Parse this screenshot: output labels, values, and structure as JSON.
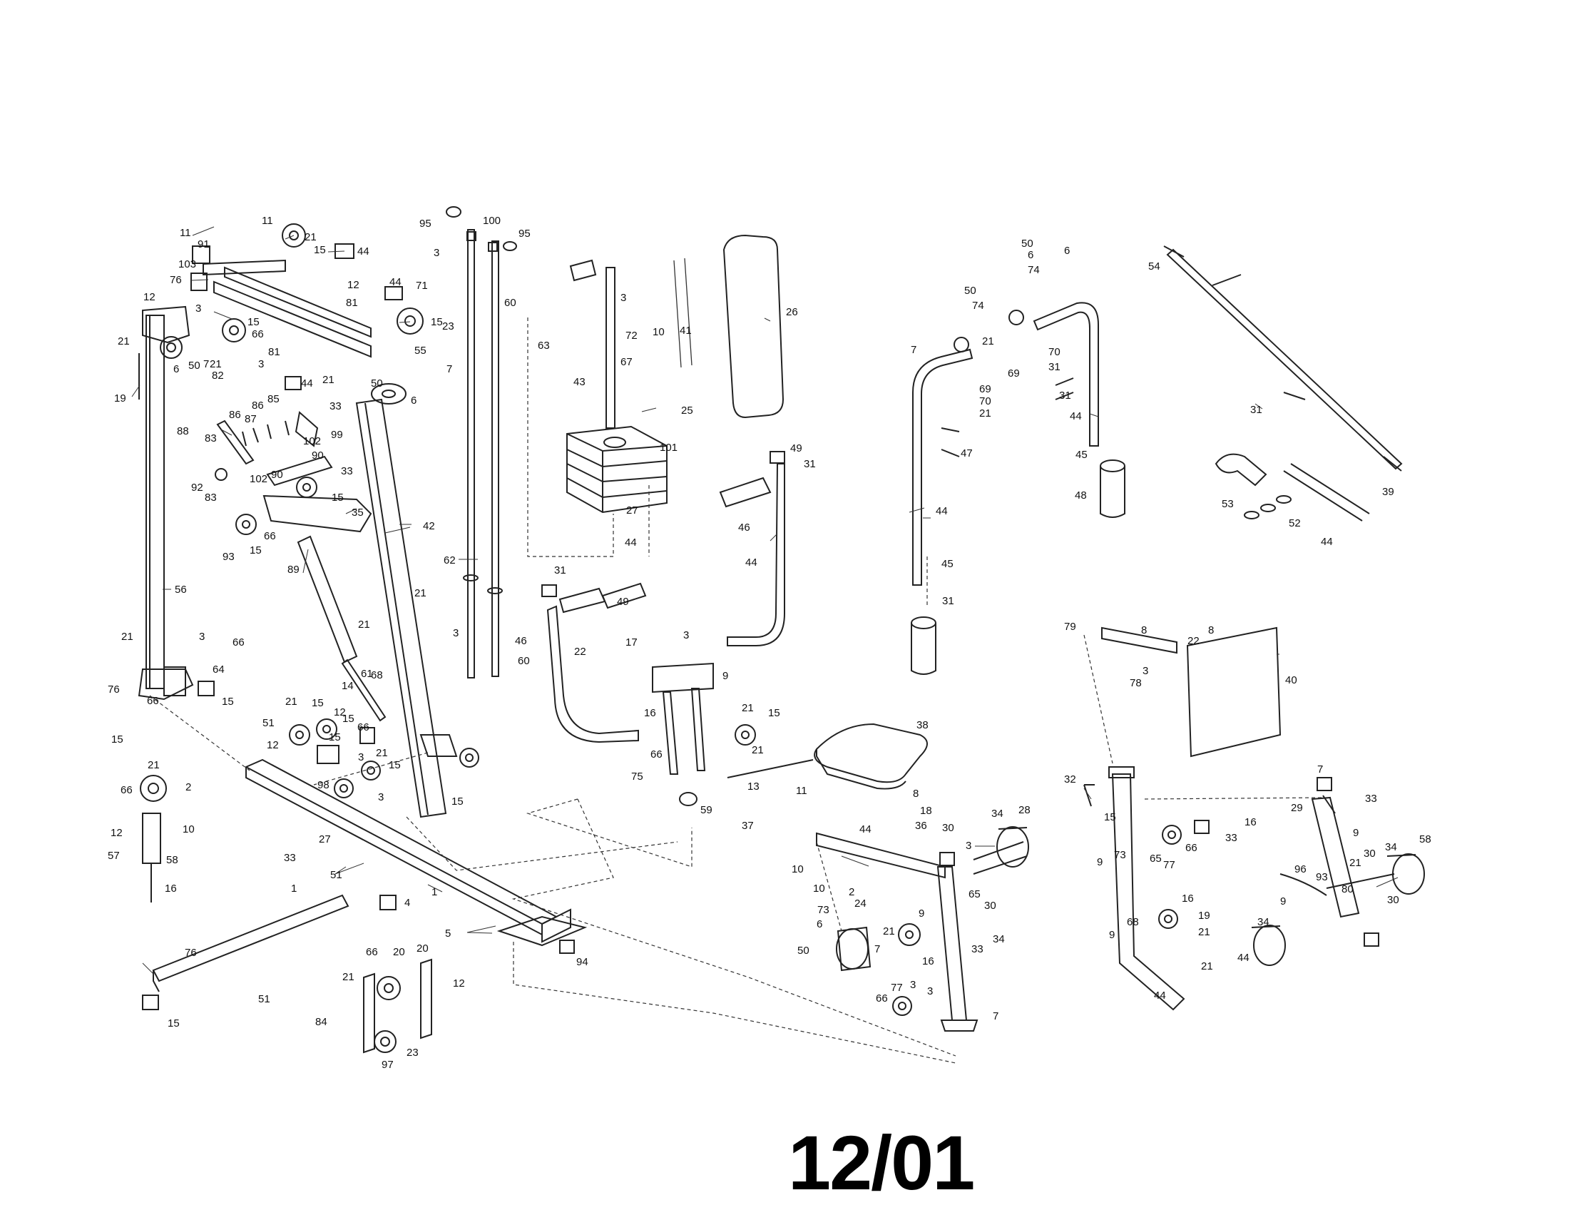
{
  "page_number": "12/01",
  "callouts": [
    {
      "id": "c1",
      "text": "11"
    },
    {
      "id": "c2",
      "text": "11"
    },
    {
      "id": "c3",
      "text": "91"
    },
    {
      "id": "c4",
      "text": "21"
    },
    {
      "id": "c5",
      "text": "15"
    },
    {
      "id": "c6",
      "text": "44"
    },
    {
      "id": "c7",
      "text": "103"
    },
    {
      "id": "c8",
      "text": "76"
    },
    {
      "id": "c9",
      "text": "12"
    },
    {
      "id": "c10",
      "text": "3"
    },
    {
      "id": "c11",
      "text": "15"
    },
    {
      "id": "c12",
      "text": "66"
    },
    {
      "id": "c13",
      "text": "21"
    },
    {
      "id": "c14",
      "text": "50"
    },
    {
      "id": "c15",
      "text": "7"
    },
    {
      "id": "c16",
      "text": "6"
    },
    {
      "id": "c17",
      "text": "19"
    },
    {
      "id": "c18",
      "text": "21"
    },
    {
      "id": "c19",
      "text": "82"
    },
    {
      "id": "c20",
      "text": "3"
    },
    {
      "id": "c21",
      "text": "81"
    },
    {
      "id": "c22",
      "text": "12"
    },
    {
      "id": "c23",
      "text": "81"
    },
    {
      "id": "c24",
      "text": "44"
    },
    {
      "id": "c25",
      "text": "71"
    },
    {
      "id": "c26",
      "text": "15"
    },
    {
      "id": "c27",
      "text": "23"
    },
    {
      "id": "c28",
      "text": "55"
    },
    {
      "id": "c29",
      "text": "7"
    },
    {
      "id": "c30",
      "text": "21"
    },
    {
      "id": "c31",
      "text": "44"
    },
    {
      "id": "c32",
      "text": "50"
    },
    {
      "id": "c33",
      "text": "6"
    },
    {
      "id": "c34",
      "text": "88"
    },
    {
      "id": "c35",
      "text": "86"
    },
    {
      "id": "c36",
      "text": "86"
    },
    {
      "id": "c37",
      "text": "87"
    },
    {
      "id": "c38",
      "text": "85"
    },
    {
      "id": "c39",
      "text": "33"
    },
    {
      "id": "c40",
      "text": "99"
    },
    {
      "id": "c41",
      "text": "83"
    },
    {
      "id": "c42",
      "text": "102"
    },
    {
      "id": "c43",
      "text": "90"
    },
    {
      "id": "c44",
      "text": "102"
    },
    {
      "id": "c45",
      "text": "90"
    },
    {
      "id": "c46",
      "text": "92"
    },
    {
      "id": "c47",
      "text": "83"
    },
    {
      "id": "c48",
      "text": "33"
    },
    {
      "id": "c49",
      "text": "15"
    },
    {
      "id": "c50",
      "text": "35"
    },
    {
      "id": "c51",
      "text": "66"
    },
    {
      "id": "c52",
      "text": "93"
    },
    {
      "id": "c53",
      "text": "15"
    },
    {
      "id": "c54",
      "text": "89"
    },
    {
      "id": "c55",
      "text": "42"
    },
    {
      "id": "c56",
      "text": "56"
    },
    {
      "id": "c57",
      "text": "21"
    },
    {
      "id": "c58",
      "text": "95"
    },
    {
      "id": "c59",
      "text": "100"
    },
    {
      "id": "c60",
      "text": "95"
    },
    {
      "id": "c61",
      "text": "3"
    },
    {
      "id": "c62",
      "text": "60"
    },
    {
      "id": "c63",
      "text": "62"
    },
    {
      "id": "c64",
      "text": "3"
    },
    {
      "id": "c65",
      "text": "60"
    },
    {
      "id": "c66",
      "text": "21"
    },
    {
      "id": "c67",
      "text": "3"
    },
    {
      "id": "c68",
      "text": "66"
    },
    {
      "id": "c69",
      "text": "64"
    },
    {
      "id": "c70",
      "text": "15"
    },
    {
      "id": "c71",
      "text": "76"
    },
    {
      "id": "c72",
      "text": "66"
    },
    {
      "id": "c73",
      "text": "15"
    },
    {
      "id": "c74",
      "text": "21"
    },
    {
      "id": "c75",
      "text": "14"
    },
    {
      "id": "c76",
      "text": "61"
    },
    {
      "id": "c77",
      "text": "68"
    },
    {
      "id": "c78",
      "text": "21"
    },
    {
      "id": "c79",
      "text": "15"
    },
    {
      "id": "c80",
      "text": "12"
    },
    {
      "id": "c81",
      "text": "15"
    },
    {
      "id": "c82",
      "text": "51"
    },
    {
      "id": "c83",
      "text": "66"
    },
    {
      "id": "c84",
      "text": "12"
    },
    {
      "id": "c85",
      "text": "15"
    },
    {
      "id": "c86",
      "text": "21"
    },
    {
      "id": "c87",
      "text": "3"
    },
    {
      "id": "c88",
      "text": "15"
    },
    {
      "id": "c89",
      "text": "98"
    },
    {
      "id": "c90",
      "text": "3"
    },
    {
      "id": "c91",
      "text": "15"
    },
    {
      "id": "c92",
      "text": "21"
    },
    {
      "id": "c93",
      "text": "66"
    },
    {
      "id": "c94",
      "text": "2"
    },
    {
      "id": "c95",
      "text": "12"
    },
    {
      "id": "c96",
      "text": "10"
    },
    {
      "id": "c97",
      "text": "57"
    },
    {
      "id": "c98",
      "text": "58"
    },
    {
      "id": "c99",
      "text": "16"
    },
    {
      "id": "c100",
      "text": "27"
    },
    {
      "id": "c101",
      "text": "33"
    },
    {
      "id": "c102",
      "text": "1"
    },
    {
      "id": "c103",
      "text": "51"
    },
    {
      "id": "c104",
      "text": "4"
    },
    {
      "id": "c105",
      "text": "1"
    },
    {
      "id": "c106",
      "text": "5"
    },
    {
      "id": "c107",
      "text": "76"
    },
    {
      "id": "c108",
      "text": "94"
    },
    {
      "id": "c109",
      "text": "51"
    },
    {
      "id": "c110",
      "text": "15"
    },
    {
      "id": "c111",
      "text": "66"
    },
    {
      "id": "c112",
      "text": "20"
    },
    {
      "id": "c113",
      "text": "20"
    },
    {
      "id": "c114",
      "text": "21"
    },
    {
      "id": "c115",
      "text": "12"
    },
    {
      "id": "c116",
      "text": "84"
    },
    {
      "id": "c117",
      "text": "97"
    },
    {
      "id": "c118",
      "text": "23"
    },
    {
      "id": "c119",
      "text": "3"
    },
    {
      "id": "c120",
      "text": "72"
    },
    {
      "id": "c121",
      "text": "63"
    },
    {
      "id": "c122",
      "text": "67"
    },
    {
      "id": "c123",
      "text": "43"
    },
    {
      "id": "c124",
      "text": "10"
    },
    {
      "id": "c125",
      "text": "41"
    },
    {
      "id": "c126",
      "text": "26"
    },
    {
      "id": "c127",
      "text": "25"
    },
    {
      "id": "c128",
      "text": "101"
    },
    {
      "id": "c129",
      "text": "27"
    },
    {
      "id": "c130",
      "text": "44"
    },
    {
      "id": "c131",
      "text": "49"
    },
    {
      "id": "c132",
      "text": "31"
    },
    {
      "id": "c133",
      "text": "46"
    },
    {
      "id": "c134",
      "text": "44"
    },
    {
      "id": "c135",
      "text": "31"
    },
    {
      "id": "c136",
      "text": "49"
    },
    {
      "id": "c137",
      "text": "46"
    },
    {
      "id": "c138",
      "text": "22"
    },
    {
      "id": "c139",
      "text": "17"
    },
    {
      "id": "c140",
      "text": "3"
    },
    {
      "id": "c141",
      "text": "9"
    },
    {
      "id": "c142",
      "text": "16"
    },
    {
      "id": "c143",
      "text": "66"
    },
    {
      "id": "c144",
      "text": "21"
    },
    {
      "id": "c145",
      "text": "15"
    },
    {
      "id": "c146",
      "text": "21"
    },
    {
      "id": "c147",
      "text": "75"
    },
    {
      "id": "c148",
      "text": "59"
    },
    {
      "id": "c149",
      "text": "13"
    },
    {
      "id": "c150",
      "text": "38"
    },
    {
      "id": "c151",
      "text": "8"
    },
    {
      "id": "c152",
      "text": "11"
    },
    {
      "id": "c153",
      "text": "37"
    },
    {
      "id": "c154",
      "text": "18"
    },
    {
      "id": "c155",
      "text": "36"
    },
    {
      "id": "c156",
      "text": "44"
    },
    {
      "id": "c157",
      "text": "30"
    },
    {
      "id": "c158",
      "text": "34"
    },
    {
      "id": "c159",
      "text": "28"
    },
    {
      "id": "c160",
      "text": "3"
    },
    {
      "id": "c161",
      "text": "10"
    },
    {
      "id": "c162",
      "text": "10"
    },
    {
      "id": "c163",
      "text": "2"
    },
    {
      "id": "c164",
      "text": "24"
    },
    {
      "id": "c165",
      "text": "73"
    },
    {
      "id": "c166",
      "text": "65"
    },
    {
      "id": "c167",
      "text": "30"
    },
    {
      "id": "c168",
      "text": "6"
    },
    {
      "id": "c169",
      "text": "21"
    },
    {
      "id": "c170",
      "text": "9"
    },
    {
      "id": "c171",
      "text": "33"
    },
    {
      "id": "c172",
      "text": "34"
    },
    {
      "id": "c173",
      "text": "50"
    },
    {
      "id": "c174",
      "text": "7"
    },
    {
      "id": "c175",
      "text": "16"
    },
    {
      "id": "c176",
      "text": "66"
    },
    {
      "id": "c177",
      "text": "77"
    },
    {
      "id": "c178",
      "text": "3"
    },
    {
      "id": "c179",
      "text": "3"
    },
    {
      "id": "c180",
      "text": "7"
    },
    {
      "id": "c181",
      "text": "50"
    },
    {
      "id": "c182",
      "text": "74"
    },
    {
      "id": "c183",
      "text": "7"
    },
    {
      "id": "c184",
      "text": "50"
    },
    {
      "id": "c185",
      "text": "6"
    },
    {
      "id": "c186",
      "text": "74"
    },
    {
      "id": "c187",
      "text": "6"
    },
    {
      "id": "c188",
      "text": "21"
    },
    {
      "id": "c189",
      "text": "69"
    },
    {
      "id": "c190",
      "text": "70"
    },
    {
      "id": "c191",
      "text": "21"
    },
    {
      "id": "c192",
      "text": "69"
    },
    {
      "id": "c193",
      "text": "70"
    },
    {
      "id": "c194",
      "text": "31"
    },
    {
      "id": "c195",
      "text": "31"
    },
    {
      "id": "c196",
      "text": "47"
    },
    {
      "id": "c197",
      "text": "44"
    },
    {
      "id": "c198",
      "text": "45"
    },
    {
      "id": "c199",
      "text": "48"
    },
    {
      "id": "c200",
      "text": "44"
    },
    {
      "id": "c201",
      "text": "45"
    },
    {
      "id": "c202",
      "text": "31"
    },
    {
      "id": "c203",
      "text": "54"
    },
    {
      "id": "c204",
      "text": "31"
    },
    {
      "id": "c205",
      "text": "39"
    },
    {
      "id": "c206",
      "text": "53"
    },
    {
      "id": "c207",
      "text": "52"
    },
    {
      "id": "c208",
      "text": "44"
    },
    {
      "id": "c209",
      "text": "79"
    },
    {
      "id": "c210",
      "text": "8"
    },
    {
      "id": "c211",
      "text": "22"
    },
    {
      "id": "c212",
      "text": "8"
    },
    {
      "id": "c213",
      "text": "3"
    },
    {
      "id": "c214",
      "text": "78"
    },
    {
      "id": "c215",
      "text": "40"
    },
    {
      "id": "c216",
      "text": "32"
    },
    {
      "id": "c217",
      "text": "15"
    },
    {
      "id": "c218",
      "text": "66"
    },
    {
      "id": "c219",
      "text": "33"
    },
    {
      "id": "c220",
      "text": "16"
    },
    {
      "id": "c221",
      "text": "9"
    },
    {
      "id": "c222",
      "text": "73"
    },
    {
      "id": "c223",
      "text": "65"
    },
    {
      "id": "c224",
      "text": "77"
    },
    {
      "id": "c225",
      "text": "16"
    },
    {
      "id": "c226",
      "text": "19"
    },
    {
      "id": "c227",
      "text": "21"
    },
    {
      "id": "c228",
      "text": "9"
    },
    {
      "id": "c229",
      "text": "68"
    },
    {
      "id": "c230",
      "text": "21"
    },
    {
      "id": "c231",
      "text": "44"
    },
    {
      "id": "c232",
      "text": "7"
    },
    {
      "id": "c233",
      "text": "33"
    },
    {
      "id": "c234",
      "text": "29"
    },
    {
      "id": "c235",
      "text": "9"
    },
    {
      "id": "c236",
      "text": "21"
    },
    {
      "id": "c237",
      "text": "30"
    },
    {
      "id": "c238",
      "text": "34"
    },
    {
      "id": "c239",
      "text": "58"
    },
    {
      "id": "c240",
      "text": "96"
    },
    {
      "id": "c241",
      "text": "93"
    },
    {
      "id": "c242",
      "text": "9"
    },
    {
      "id": "c243",
      "text": "80"
    },
    {
      "id": "c244",
      "text": "30"
    },
    {
      "id": "c245",
      "text": "34"
    },
    {
      "id": "c246",
      "text": "44"
    }
  ]
}
